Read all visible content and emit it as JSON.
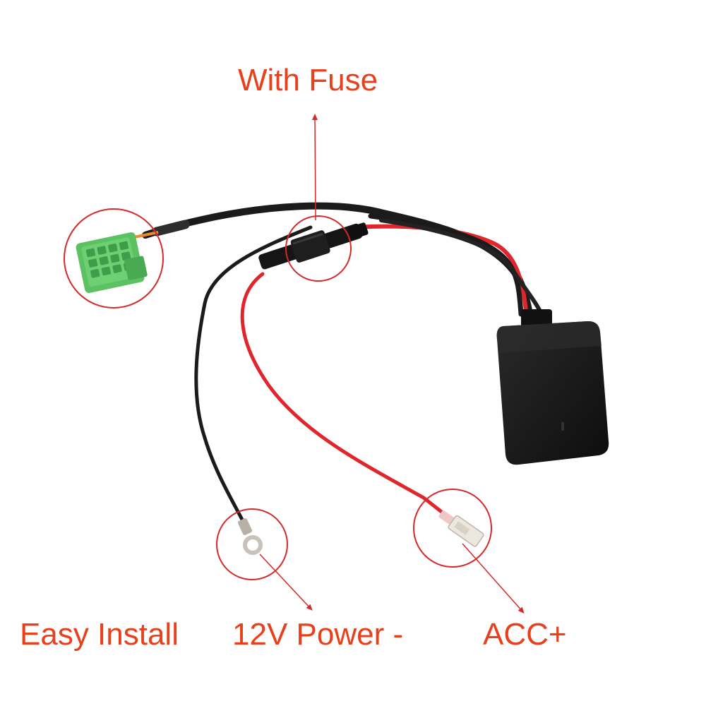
{
  "labels": {
    "with_fuse": "With Fuse",
    "easy_install": "Easy Install",
    "power": "12V Power -",
    "acc": "ACC+"
  },
  "colors": {
    "label_text": "#e8401c",
    "callout": "#d42a2a",
    "cable_black": "#1b1b1b",
    "cable_red": "#e0262d",
    "connector_green": "#5cc163",
    "module_body": "#141414",
    "terminal_metal": "#c9c2b8"
  }
}
